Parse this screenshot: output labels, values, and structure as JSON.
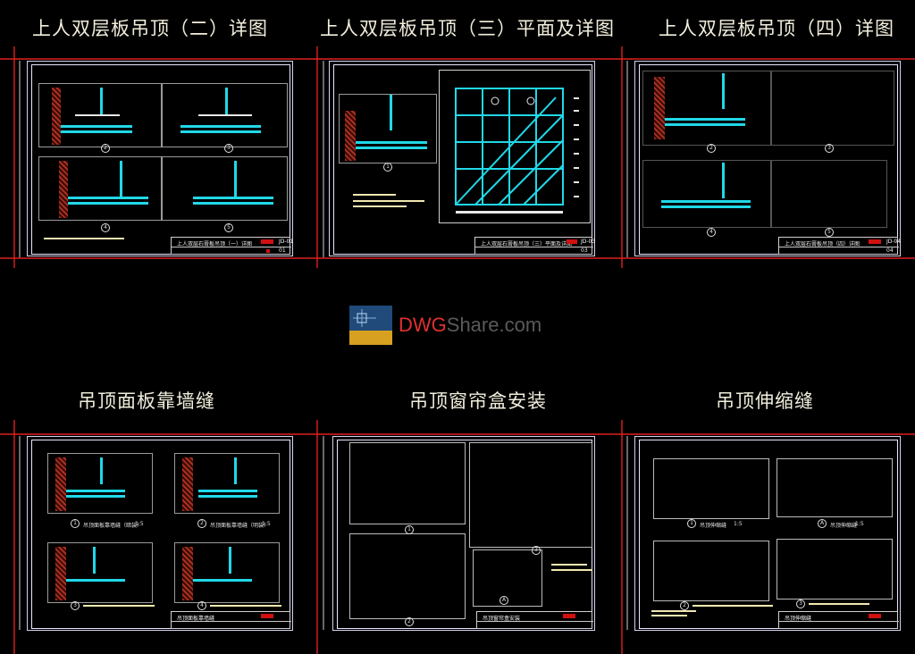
{
  "titles": {
    "t1": "上人双层板吊顶（二）详图",
    "t2": "上人双层板吊顶（三）平面及详图",
    "t3": "上人双层板吊顶（四）详图",
    "t4": "吊顶面板靠墙缝",
    "t5": "吊顶窗帘盒安装",
    "t6": "吊顶伸缩缝"
  },
  "sheets": {
    "s1": {
      "block": "上人双层石膏板吊顶（一）详图",
      "code": "JD-01",
      "page": "01",
      "markers": [
        "2",
        "3",
        "4",
        "5"
      ]
    },
    "s2": {
      "block": "上人双层石膏板吊顶（三）平面及详图",
      "code": "JD-03",
      "page": "03",
      "markers": [
        "1"
      ]
    },
    "s3": {
      "block": "上人双层石膏板吊顶（四）详图",
      "code": "JD-04",
      "page": "04",
      "markers": [
        "2",
        "3",
        "4",
        "5"
      ]
    },
    "s4": {
      "block": "吊顶面板靠墙缝",
      "markers": [
        "1",
        "2",
        "3",
        "4"
      ],
      "cap1": "吊顶面板靠墙缝（暗装）",
      "cap2": "吊顶面板靠墙缝（明装）",
      "scale": "1:5"
    },
    "s5": {
      "block": "吊顶窗帘盒安装",
      "markers": [
        "1",
        "2",
        "3",
        "A"
      ]
    },
    "s6": {
      "block": "吊顶伸缩缝",
      "markers": [
        "1",
        "A",
        "2",
        "3"
      ],
      "cap1": "吊顶伸缩缝",
      "cap2": "吊顶伸缩缝",
      "scale": "1:5"
    }
  },
  "watermark": {
    "brand_a": "DWG",
    "brand_b": "Share.com",
    "color_accent": "#e03030"
  }
}
